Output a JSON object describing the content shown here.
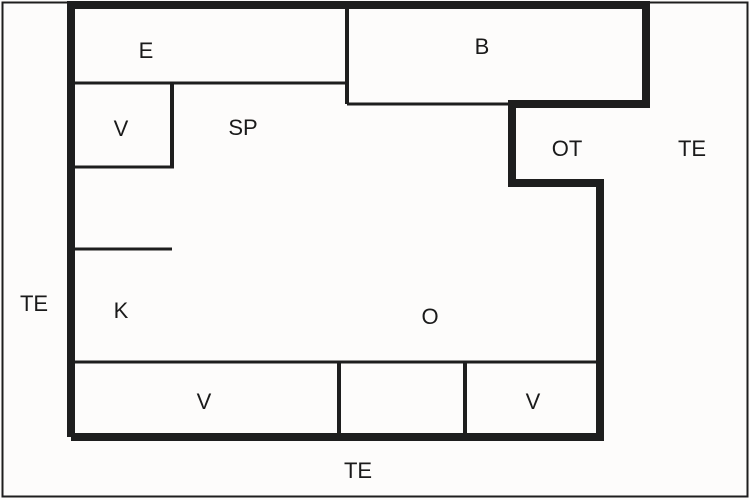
{
  "diagram": {
    "type": "floor-plan",
    "colors": {
      "background": "#fdfcfb",
      "wall": "#1e1e1e"
    },
    "rooms": [
      {
        "id": "entrance",
        "label": "E"
      },
      {
        "id": "bedroom",
        "label": "B"
      },
      {
        "id": "small-storage",
        "label": "V"
      },
      {
        "id": "living-area",
        "label": "SP"
      },
      {
        "id": "ot",
        "label": "OT"
      },
      {
        "id": "kitchen",
        "label": "K"
      },
      {
        "id": "open-area",
        "label": "O"
      },
      {
        "id": "bottom-left-storage",
        "label": "V"
      },
      {
        "id": "bottom-middle-cell",
        "label": ""
      },
      {
        "id": "bottom-right-storage",
        "label": "V"
      }
    ],
    "exterior_labels": [
      {
        "id": "exterior-right",
        "label": "TE"
      },
      {
        "id": "exterior-left",
        "label": "TE"
      },
      {
        "id": "exterior-bottom",
        "label": "TE"
      }
    ]
  }
}
